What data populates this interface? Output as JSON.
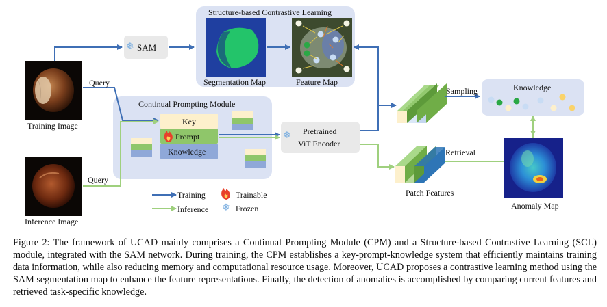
{
  "figure": {
    "scl_module_title": "Structure-based Contrastive Learning",
    "segmentation_map_label": "Segmentation Map",
    "feature_map_label": "Feature Map",
    "sam_label": "SAM",
    "cpm_title": "Continual Prompting Module",
    "key_label": "Key",
    "prompt_label": "Prompt",
    "knowledge_block_label": "Knowledge",
    "encoder_label_line1": "Pretrained",
    "encoder_label_line2": "ViT Encoder",
    "training_image_label": "Training Image",
    "inference_image_label": "Inference Image",
    "query_top": "Query",
    "query_bottom": "Query",
    "sampling_label": "Sampling",
    "retrieval_label": "Retrieval",
    "patch_features_label": "Patch Features",
    "knowledge_bank_label": "Knowledge",
    "anomaly_map_label": "Anomaly Map",
    "legend": {
      "training": "Training",
      "inference": "Inference",
      "trainable": "Trainable",
      "frozen": "Frozen"
    }
  },
  "colors": {
    "training_arrow": "#3f6fb5",
    "inference_arrow": "#9fd07e",
    "module_bg": "#dbe2f3",
    "key_block": "#fdf0cc",
    "prompt_block": "#8fc66a",
    "knowledge_block": "#8fa8d8",
    "patch_green": "#70ad47",
    "patch_blue": "#2e75b6"
  },
  "caption": {
    "text": "Figure 2: The framework of UCAD mainly comprises a Continual Prompting Module (CPM) and a Structure-based Contrastive Learning (SCL) module, integrated with the SAM network. During training, the CPM establishes a key-prompt-knowledge system that efficiently maintains training data information, while also reducing memory and computational resource usage. Moreover, UCAD proposes a contrastive learning method using the SAM segmentation map to enhance the feature representations. Finally, the detection of anomalies is accomplished by comparing current features and retrieved task-specific knowledge."
  }
}
